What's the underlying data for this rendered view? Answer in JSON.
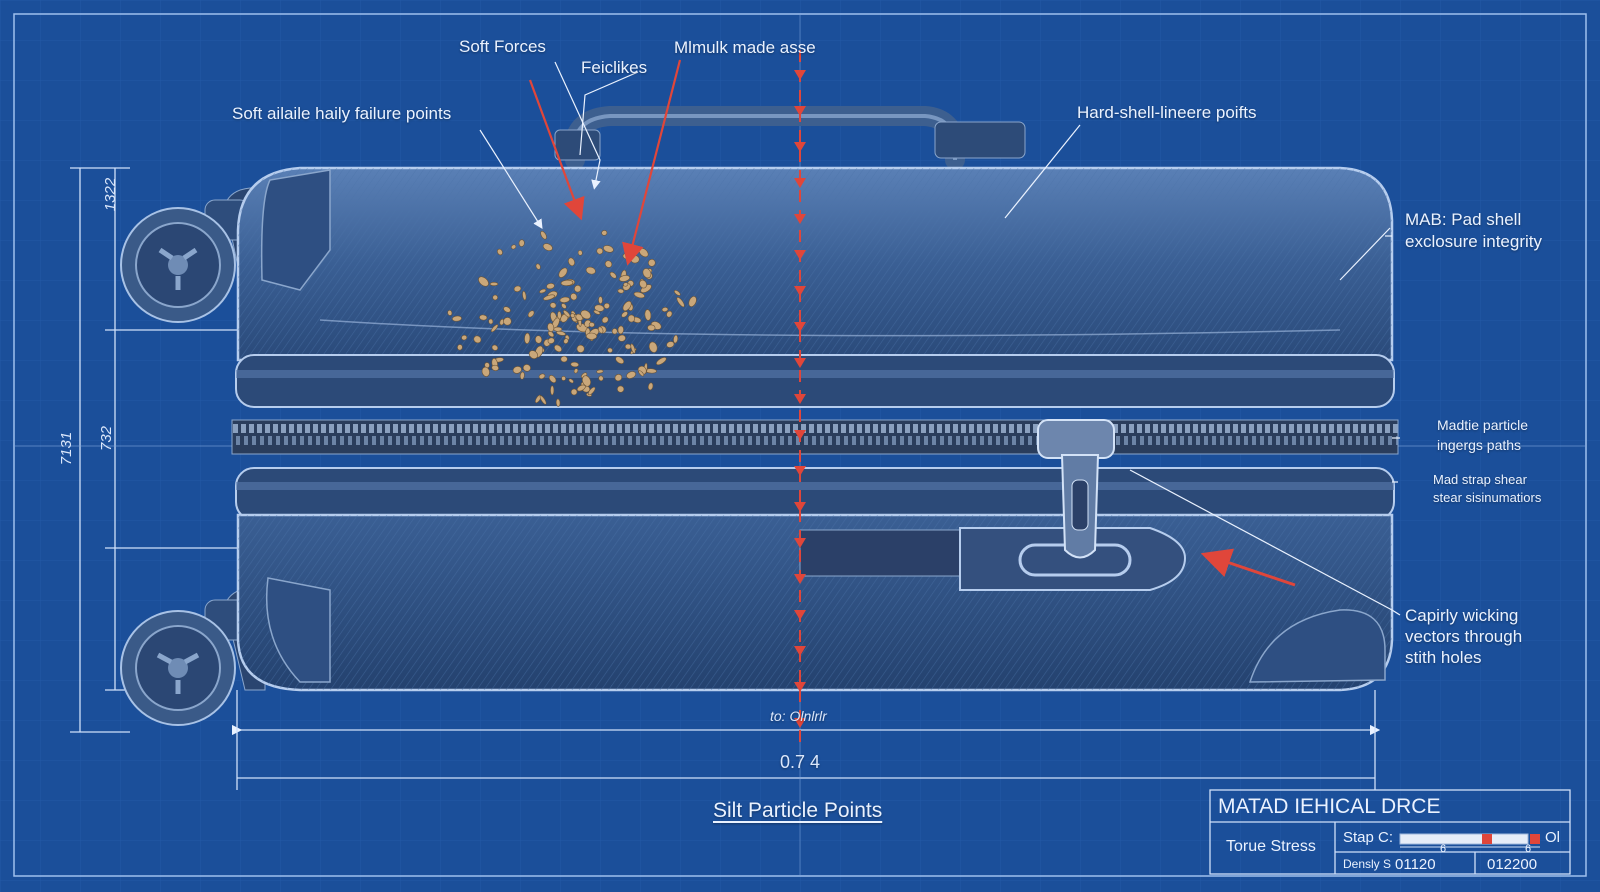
{
  "colors": {
    "background": "#1b4f9a",
    "grid": "#2a62b0",
    "linework": "#cfe0fa",
    "shell": "#3a5f94",
    "shell_dark": "#23406c",
    "callout_red": "#e0463a",
    "silt": "#c9a77a"
  },
  "annotations": {
    "soft_forces": "Soft Forces",
    "feiclikes": "Feiclikes",
    "made_asse": "Mlmulk made asse",
    "failure_points": "Soft ailaile haily failure points",
    "hard_shell_points": "Hard-shell-lineere poifts",
    "shell_integrity_1": "MAB: Pad shell",
    "shell_integrity_2": "exclosure integrity",
    "ingress_1": "Madtie particle",
    "ingress_2": "ingergs paths",
    "shear_1": "Mad strap shear",
    "shear_2": "stear sisinumatiors",
    "wicking_1": "Capirly wicking",
    "wicking_2": "vectors through",
    "wicking_3": "stith holes"
  },
  "dimensions": {
    "left_outer": "7131",
    "left_inner": "732",
    "left_top": "1322",
    "bottom_upper": "to: Olnlrlr",
    "bottom_lower": "0.7 4"
  },
  "title": "Silt Particle Points",
  "title_block": {
    "header": "MATAD IEHICAL DRCE",
    "row_label": "Torue Stress",
    "stap_label": "Stap C:",
    "density_label": "Densly S",
    "tick_a": "6",
    "tick_b": "6",
    "end_value": "Ol",
    "value_1": "01120",
    "value_2": "012200"
  }
}
